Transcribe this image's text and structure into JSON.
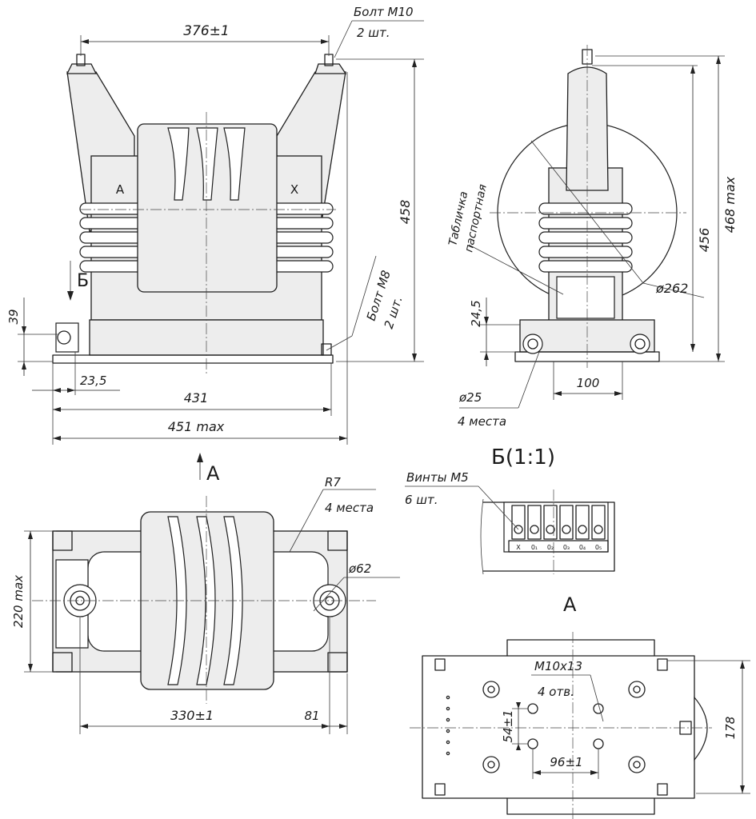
{
  "drawing": {
    "front_view": {
      "dim_width_top": "376±1",
      "bolt_top_label": "Болт М10",
      "bolt_top_qty": "2 шт.",
      "terminal_left": "A",
      "terminal_right": "X",
      "dim_height": "458",
      "section_mark": "Б",
      "bolt_bottom_label": "Болт М8",
      "bolt_bottom_qty": "2 шт.",
      "dim_base_height": "39",
      "dim_offset": "23,5",
      "dim_base_width": "431",
      "dim_total_width": "451 max"
    },
    "side_view": {
      "plate_label_line1": "Табличка",
      "plate_label_line2": "паспортная",
      "dim_height": "456",
      "dim_total_height": "468 max",
      "dim_diameter": "ø262",
      "dim_base_height": "24,5",
      "dim_hole": "ø25",
      "dim_hole_qty": "4 места",
      "dim_foot_width": "100"
    },
    "view_a_mark": "A",
    "top_view": {
      "dim_radius": "R7",
      "dim_radius_qty": "4 места",
      "dim_bushing": "ø62",
      "dim_depth": "220 max",
      "dim_span": "330±1",
      "dim_end": "81"
    },
    "detail_b": {
      "title": "Б(1:1)",
      "screws_label": "Винты М5",
      "screws_qty": "6 шт.",
      "terminal_labels": [
        "X",
        "0₁",
        "0₂",
        "0₃",
        "0₄",
        "0₅"
      ]
    },
    "bottom_view": {
      "title": "A",
      "holes_label": "M10x13",
      "holes_qty": "4 отв.",
      "dim_vertical": "54±1",
      "dim_horizontal": "96±1",
      "dim_side": "178"
    }
  }
}
